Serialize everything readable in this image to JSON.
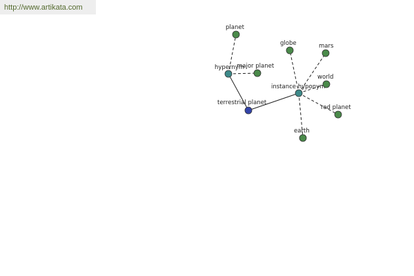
{
  "site": {
    "url": "http://www.artikata.com"
  },
  "colors": {
    "leaf": "#4a8a4a",
    "relation": "#3d8a8a",
    "center": "#3344aa",
    "edge": "#222222"
  },
  "graph": {
    "center": "terrestrial planet",
    "nodes": [
      {
        "id": "terrestrial-planet",
        "label": "terrestrial planet",
        "kind": "center"
      },
      {
        "id": "hypernym",
        "label": "hypernym",
        "kind": "relation"
      },
      {
        "id": "instance-hyponym",
        "label": "instance hyponym",
        "kind": "relation"
      },
      {
        "id": "planet",
        "label": "planet",
        "kind": "leaf"
      },
      {
        "id": "major-planet",
        "label": "major planet",
        "kind": "leaf"
      },
      {
        "id": "globe",
        "label": "globe",
        "kind": "leaf"
      },
      {
        "id": "mars",
        "label": "mars",
        "kind": "leaf"
      },
      {
        "id": "world",
        "label": "world",
        "kind": "leaf"
      },
      {
        "id": "red-planet",
        "label": "red planet",
        "kind": "leaf"
      },
      {
        "id": "earth",
        "label": "earth",
        "kind": "leaf"
      }
    ],
    "edges": [
      {
        "from": "terrestrial-planet",
        "to": "hypernym",
        "style": "solid"
      },
      {
        "from": "terrestrial-planet",
        "to": "instance-hyponym",
        "style": "solid"
      },
      {
        "from": "hypernym",
        "to": "planet",
        "style": "dashed"
      },
      {
        "from": "hypernym",
        "to": "major-planet",
        "style": "dashed"
      },
      {
        "from": "instance-hyponym",
        "to": "globe",
        "style": "dashed"
      },
      {
        "from": "instance-hyponym",
        "to": "mars",
        "style": "dashed"
      },
      {
        "from": "instance-hyponym",
        "to": "world",
        "style": "dashed"
      },
      {
        "from": "instance-hyponym",
        "to": "red-planet",
        "style": "dashed"
      },
      {
        "from": "instance-hyponym",
        "to": "earth",
        "style": "dashed"
      }
    ]
  }
}
